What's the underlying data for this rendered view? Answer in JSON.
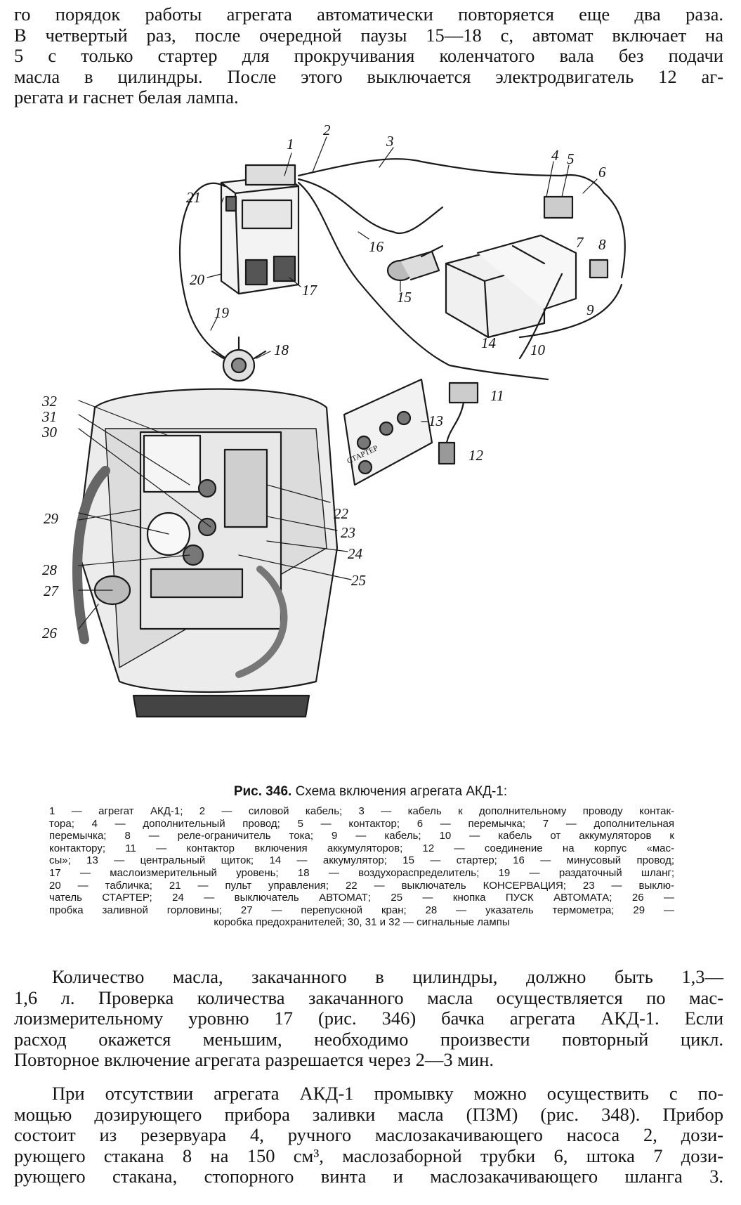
{
  "page": {
    "top_paragraph": [
      "го порядок работы агрегата автоматически повторяется еще два раза.",
      "В четвертый раз, после очередной паузы 15—18 с, автомат включает на",
      "5 с только стартер для прокручивания коленчатого вала без подачи",
      "масла в цилиндры. После этого выключается электродвигатель 12 аг-",
      "регата и гаснет белая лампа."
    ],
    "figure": {
      "callouts": [
        "1",
        "2",
        "3",
        "4",
        "5",
        "6",
        "7",
        "8",
        "9",
        "10",
        "11",
        "12",
        "13",
        "14",
        "15",
        "16",
        "17",
        "18",
        "19",
        "20",
        "21",
        "22",
        "23",
        "24",
        "25",
        "26",
        "27",
        "28",
        "29",
        "30",
        "31",
        "32"
      ],
      "panel_labels": [
        "СТАРТЕР"
      ]
    },
    "caption": {
      "figure_number": "Рис. 346.",
      "title": "Схема включения агрегата АКД-1:",
      "legend_lines": [
        "1 — агрегат АКД-1; 2 — силовой кабель; 3 — кабель к дополнительному проводу контак-",
        "тора; 4 — дополнительный провод; 5 — контактор; 6 — перемычка; 7 — дополнительная",
        "перемычка; 8 — реле-ограничитель тока; 9 — кабель; 10 — кабель от аккумуляторов к",
        "контактору; 11 — контактор включения аккумуляторов; 12 — соединение на корпус «мас-",
        "сы»; 13 — центральный щиток; 14 — аккумулятор; 15 — стартер; 16 — минусовый провод;",
        "17 — маслоизмерительный уровень; 18 — воздухораспределитель; 19 — раздаточный шланг;",
        "20 — табличка; 21 — пульт управления; 22 — выключатель КОНСЕРВАЦИЯ; 23 — выклю-",
        "чатель СТАРТЕР; 24 — выключатель АВТОМАТ; 25 — кнопка ПУСК АВТОМАТА; 26 —",
        "пробка заливной горловины; 27 — перепускной кран; 28 — указатель термометра; 29 —",
        "коробка предохранителей; 30, 31 и 32 — сигнальные лампы"
      ]
    },
    "middle_paragraph": [
      "Количество масла, закачанного в цилиндры, должно быть 1,3—",
      "1,6 л. Проверка количества закачанного масла осуществляется по мас-",
      "лоизмерительному уровню 17 (рис. 346) бачка агрегата АКД-1. Если",
      "расход окажется меньшим, необходимо произвести повторный цикл.",
      "Повторное включение агрегата разрешается через 2—3 мин."
    ],
    "bottom_paragraph": [
      "При отсутствии агрегата АКД-1 промывку можно осуществить с по-",
      "мощью дозирующего прибора заливки масла (ПЗМ) (рис. 348). Прибор",
      "состоит из резервуара 4, ручного маслозакачивающего насоса 2, дози-",
      "рующего стакана 8 на 150 см³, маслозаборной трубки 6, штока 7 дози-",
      "рующего стакана, стопорного винта и маслозакачивающего шланга 3."
    ]
  }
}
